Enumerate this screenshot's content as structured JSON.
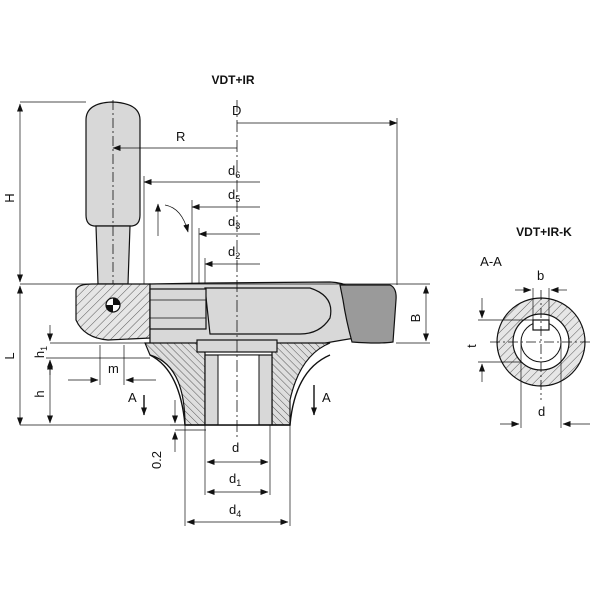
{
  "titles": {
    "main_view": "VDT+IR",
    "section_view": "VDT+IR-K",
    "section_mark": "A-A"
  },
  "labels": {
    "D": "D",
    "R": "R",
    "H": "H",
    "L": "L",
    "B": "B",
    "h": "h",
    "h1_main": "h",
    "h1_sub": "1",
    "m": "m",
    "d": "d",
    "d1_main": "d",
    "d1_sub": "1",
    "d2_main": "d",
    "d2_sub": "2",
    "d3_main": "d",
    "d3_sub": "3",
    "d4_main": "d",
    "d4_sub": "4",
    "d5_main": "d",
    "d5_sub": "5",
    "d6_main": "d",
    "d6_sub": "6",
    "dim_02": "0.2",
    "section_left": "A",
    "section_right": "A",
    "b": "b",
    "t": "t",
    "d_section": "d"
  }
}
